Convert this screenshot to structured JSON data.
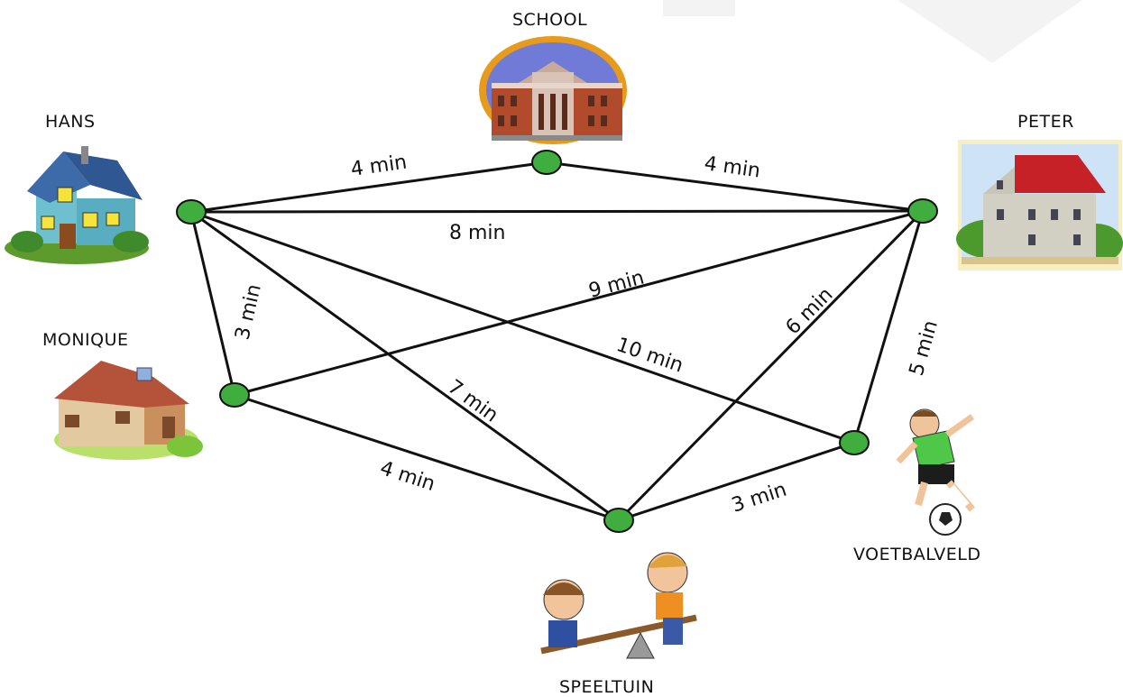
{
  "places": {
    "school": "SCHOOL",
    "hans": "HANS",
    "peter": "PETER",
    "monique": "MONIQUE",
    "voetbalveld": "VOETBALVELD",
    "speeltuin": "SPEELTUIN"
  },
  "edges": {
    "hans_school": "4 min",
    "school_peter": "4 min",
    "hans_peter": "8 min",
    "monique_peter": "9 min",
    "hans_monique": "3 min",
    "hans_voetbalveld": "10 min",
    "hans_speeltuin": "7 min",
    "speeltuin_peter": "6 min",
    "voetbalveld_peter": "5 min",
    "monique_speeltuin": "4 min",
    "speeltuin_voetbalveld": "3 min"
  },
  "colors": {
    "node": "#3fae3f",
    "edge": "#111111"
  }
}
